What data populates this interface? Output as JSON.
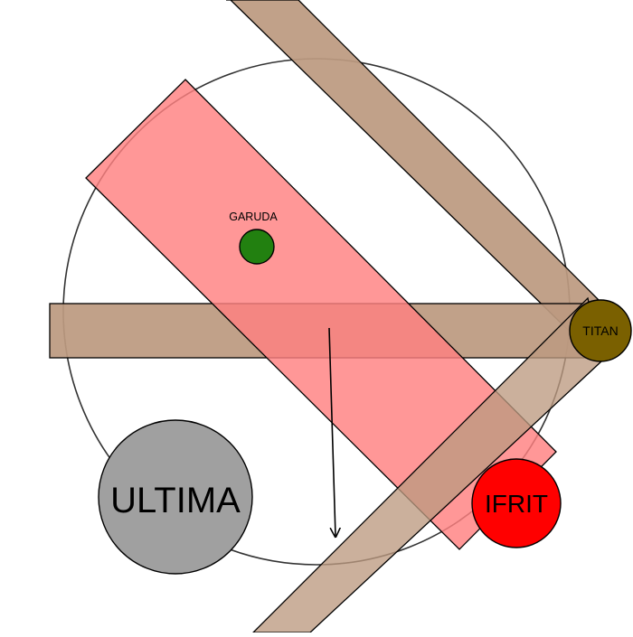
{
  "arena": {
    "background": "#ffffff",
    "ring_color": "#333333"
  },
  "colors": {
    "titan_beam_fill": "#bc9a80",
    "garuda_beam_fill": "#ff8080",
    "ultima": "#a0a0a0",
    "ifrit": "#ff0000",
    "titan": "#7a6000",
    "garuda": "#228010",
    "stroke": "#000000"
  },
  "entities": {
    "ultima": {
      "label": "ULTIMA",
      "icon": "gray-circle-marker"
    },
    "ifrit": {
      "label": "IFRIT",
      "icon": "red-circle-marker"
    },
    "titan": {
      "label": "TITAN",
      "icon": "olive-circle-marker"
    },
    "garuda": {
      "label": "GARUDA",
      "icon": "green-circle-marker"
    }
  },
  "indicators": {
    "movement": {
      "icon": "down-arrow-icon"
    }
  }
}
